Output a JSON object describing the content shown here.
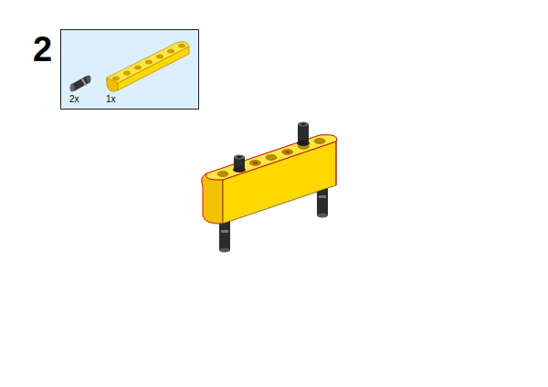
{
  "diagram": {
    "nodes": [
      {
        "text": [
          "2x",
          "1x"
        ]
      }
    ],
    "labels": [
      "2"
    ]
  }
}
